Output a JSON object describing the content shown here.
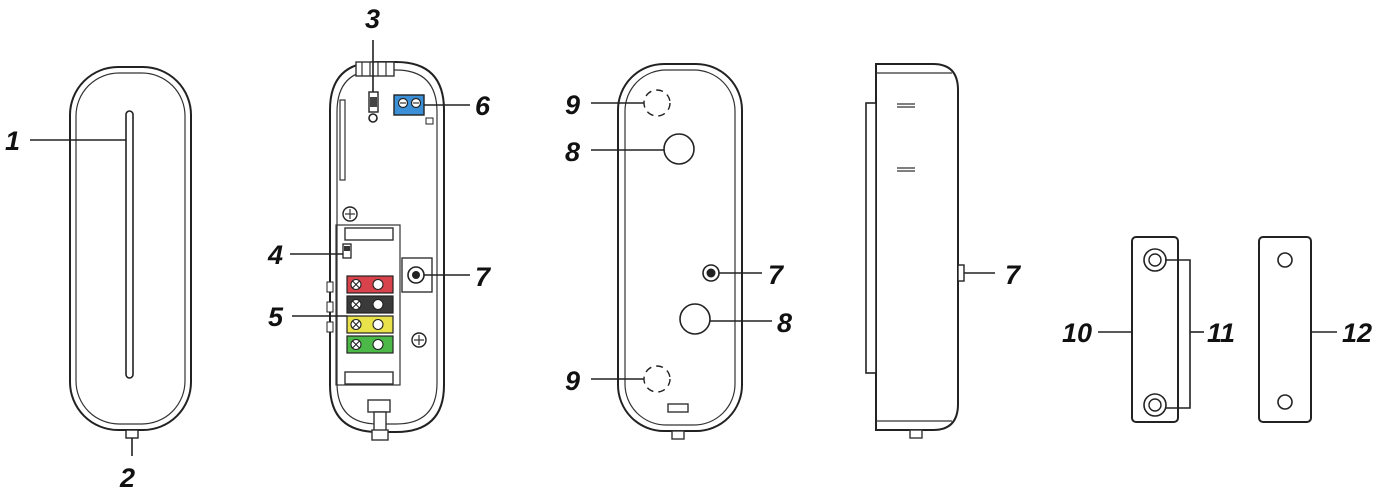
{
  "callouts": {
    "c1": "1",
    "c2": "2",
    "c3": "3",
    "c4": "4",
    "c5": "5",
    "c6": "6",
    "c7a": "7",
    "c7b": "7",
    "c7c": "7",
    "c8a": "8",
    "c8b": "8",
    "c9a": "9",
    "c9b": "9",
    "c10": "10",
    "c11": "11",
    "c12": "12"
  },
  "colors": {
    "terminal_blue": "#3a8fd6",
    "terminal_red": "#d8434b",
    "terminal_black": "#3a3a3a",
    "terminal_yellow": "#e9e24a",
    "terminal_green": "#4cb848",
    "outline": "#222222"
  }
}
